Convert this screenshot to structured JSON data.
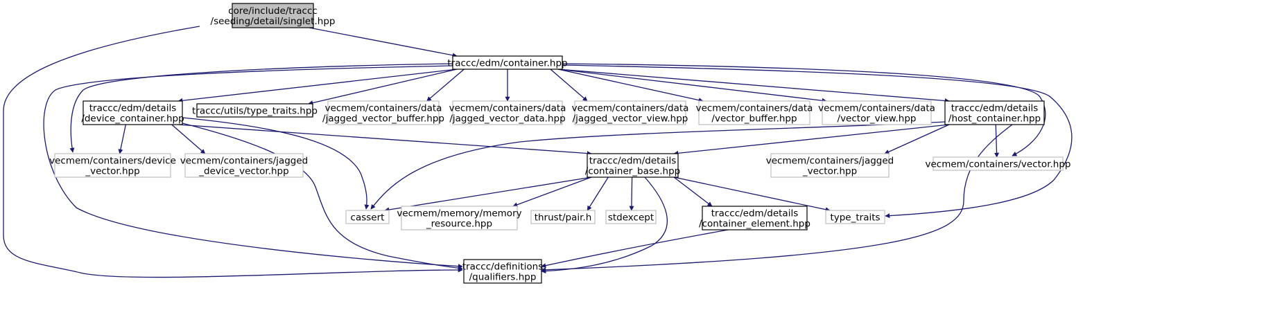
{
  "colors": {
    "edge": "#191970",
    "root_fill": "#bfbfbf",
    "node_border": "#000000",
    "external_border": "#bfbfbf",
    "background": "#ffffff"
  },
  "nodes": [
    {
      "id": "singlet",
      "lines": [
        "core/include/traccc",
        "/seeding/detail/singlet.hpp"
      ],
      "style": "root"
    },
    {
      "id": "container",
      "lines": [
        "traccc/edm/container.hpp"
      ],
      "style": "normal"
    },
    {
      "id": "device_container",
      "lines": [
        "traccc/edm/details",
        "/device_container.hpp"
      ],
      "style": "normal"
    },
    {
      "id": "type_traits_hpp",
      "lines": [
        "traccc/utils/type_traits.hpp"
      ],
      "style": "normal"
    },
    {
      "id": "jagged_vector_buffer",
      "lines": [
        "vecmem/containers/data",
        "/jagged_vector_buffer.hpp"
      ],
      "style": "external"
    },
    {
      "id": "jagged_vector_data",
      "lines": [
        "vecmem/containers/data",
        "/jagged_vector_data.hpp"
      ],
      "style": "external"
    },
    {
      "id": "jagged_vector_view",
      "lines": [
        "vecmem/containers/data",
        "/jagged_vector_view.hpp"
      ],
      "style": "external"
    },
    {
      "id": "vector_buffer",
      "lines": [
        "vecmem/containers/data",
        "/vector_buffer.hpp"
      ],
      "style": "external"
    },
    {
      "id": "vector_view",
      "lines": [
        "vecmem/containers/data",
        "/vector_view.hpp"
      ],
      "style": "external"
    },
    {
      "id": "host_container",
      "lines": [
        "traccc/edm/details",
        "/host_container.hpp"
      ],
      "style": "normal"
    },
    {
      "id": "device_vector",
      "lines": [
        "vecmem/containers/device",
        "_vector.hpp"
      ],
      "style": "external"
    },
    {
      "id": "jagged_device_vector",
      "lines": [
        "vecmem/containers/jagged",
        "_device_vector.hpp"
      ],
      "style": "external"
    },
    {
      "id": "container_base",
      "lines": [
        "traccc/edm/details",
        "/container_base.hpp"
      ],
      "style": "normal"
    },
    {
      "id": "jagged_vector",
      "lines": [
        "vecmem/containers/jagged",
        "_vector.hpp"
      ],
      "style": "external"
    },
    {
      "id": "vector_hpp",
      "lines": [
        "vecmem/containers/vector.hpp"
      ],
      "style": "external"
    },
    {
      "id": "cassert",
      "lines": [
        "cassert"
      ],
      "style": "external"
    },
    {
      "id": "memory_resource",
      "lines": [
        "vecmem/memory/memory",
        "_resource.hpp"
      ],
      "style": "external"
    },
    {
      "id": "thrust_pair",
      "lines": [
        "thrust/pair.h"
      ],
      "style": "external"
    },
    {
      "id": "stdexcept",
      "lines": [
        "stdexcept"
      ],
      "style": "external"
    },
    {
      "id": "container_element",
      "lines": [
        "traccc/edm/details",
        "/container_element.hpp"
      ],
      "style": "normal"
    },
    {
      "id": "type_traits",
      "lines": [
        "type_traits"
      ],
      "style": "external"
    },
    {
      "id": "qualifiers",
      "lines": [
        "traccc/definitions",
        "/qualifiers.hpp"
      ],
      "style": "normal"
    }
  ],
  "edges": [
    [
      "singlet",
      "container"
    ],
    [
      "singlet",
      "qualifiers"
    ],
    [
      "container",
      "device_container"
    ],
    [
      "container",
      "type_traits_hpp"
    ],
    [
      "container",
      "jagged_vector_buffer"
    ],
    [
      "container",
      "jagged_vector_data"
    ],
    [
      "container",
      "jagged_vector_view"
    ],
    [
      "container",
      "vector_buffer"
    ],
    [
      "container",
      "vector_view"
    ],
    [
      "container",
      "host_container"
    ],
    [
      "container",
      "device_vector"
    ],
    [
      "container",
      "vector_hpp"
    ],
    [
      "container",
      "type_traits"
    ],
    [
      "container",
      "qualifiers"
    ],
    [
      "device_container",
      "device_vector"
    ],
    [
      "device_container",
      "jagged_device_vector"
    ],
    [
      "device_container",
      "container_base"
    ],
    [
      "device_container",
      "cassert"
    ],
    [
      "device_container",
      "qualifiers"
    ],
    [
      "host_container",
      "container_base"
    ],
    [
      "host_container",
      "jagged_vector"
    ],
    [
      "host_container",
      "vector_hpp"
    ],
    [
      "host_container",
      "cassert"
    ],
    [
      "host_container",
      "qualifiers"
    ],
    [
      "container_base",
      "cassert"
    ],
    [
      "container_base",
      "memory_resource"
    ],
    [
      "container_base",
      "thrust_pair"
    ],
    [
      "container_base",
      "stdexcept"
    ],
    [
      "container_base",
      "container_element"
    ],
    [
      "container_base",
      "type_traits"
    ],
    [
      "container_base",
      "qualifiers"
    ],
    [
      "container_element",
      "qualifiers"
    ]
  ]
}
